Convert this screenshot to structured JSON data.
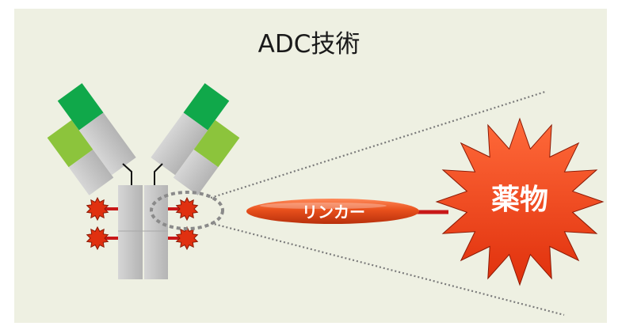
{
  "title": "ADC技術",
  "labels": {
    "linker": "リンカー",
    "drug": "薬物"
  },
  "colors": {
    "background": "#eef0e2",
    "antibody_gray": "#c4c4c4",
    "antibody_dark_green": "#10a84a",
    "antibody_light_green": "#8cc43c",
    "payload_red": "#e03010",
    "linker_red": "#e8501c",
    "drug_red": "#f04012",
    "connector_red": "#c81818"
  },
  "icons": {
    "payload": "starburst-icon",
    "drug": "starburst-icon"
  }
}
